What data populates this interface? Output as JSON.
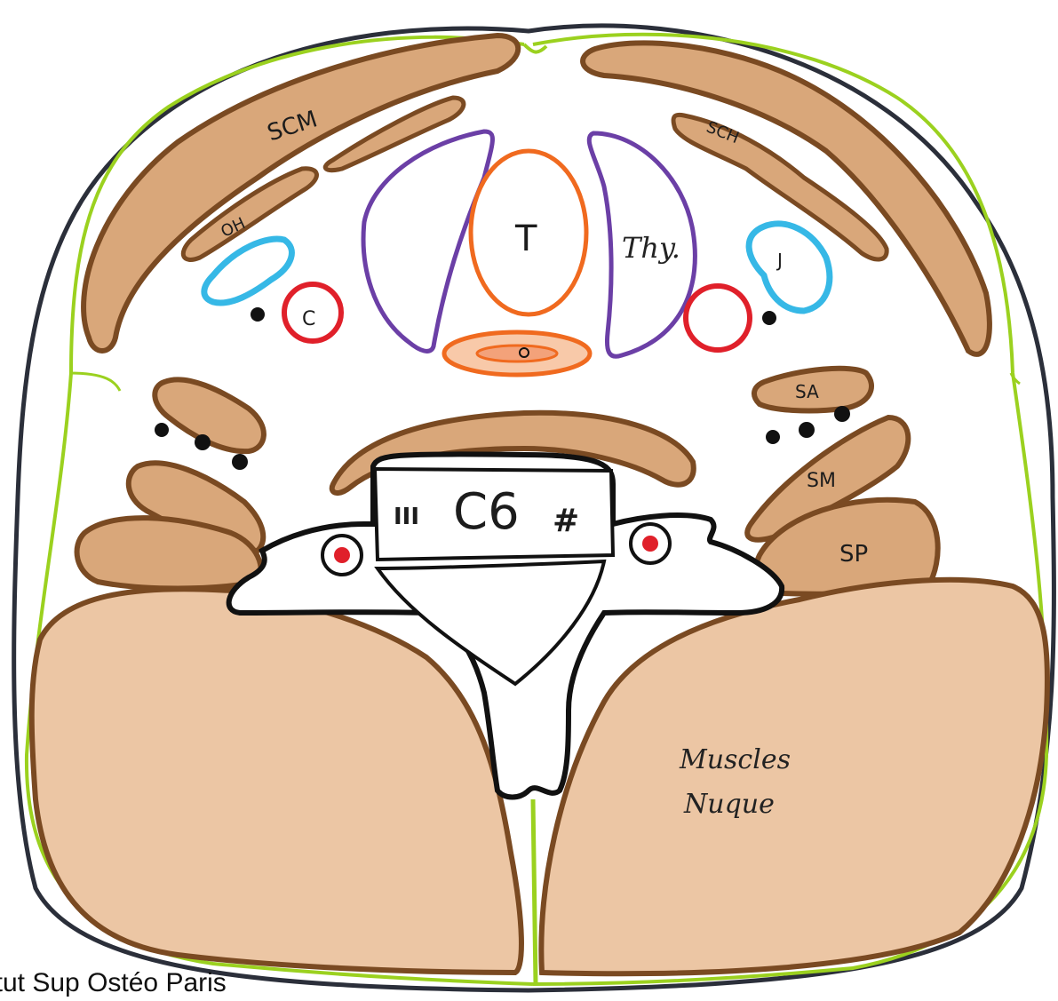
{
  "colors": {
    "skin": "#2b2f3a",
    "fascia": "#9bd11f",
    "muscle_fill": "#d9a77a",
    "muscle_stroke": "#7a4a22",
    "trachea": "#f06a1f",
    "thyroid": "#6b3fa6",
    "vein": "#36b8e6",
    "artery": "#e0202a",
    "bone": "#111111",
    "nerve": "#111111"
  },
  "labels": {
    "scm_left": "SCM",
    "scm_right": "SCH",
    "omohyoid": "OH",
    "carotid": "C",
    "trachea": "T",
    "thyroid": "Thy.",
    "jugular": "J",
    "scalene_anterior": "SA",
    "scalene_middle": "SM",
    "splenius": "SP",
    "vertebra_left": "III",
    "vertebra": "C6",
    "vertebra_right": "#",
    "nuchal_muscles_line1": "Muscles",
    "nuchal_muscles_line2": "Nuque"
  },
  "credit": "itut Sup Ostéo Paris"
}
